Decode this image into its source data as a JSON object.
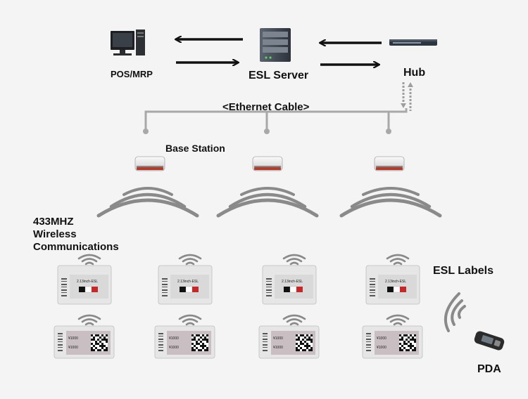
{
  "labels": {
    "pos_mrp": "POS/MRP",
    "esl_server": "ESL Server",
    "hub": "Hub",
    "ethernet_cable": "<Ethernet Cable>",
    "base_station": "Base Station",
    "wireless_line1": "433MHZ",
    "wireless_line2": "Wireless",
    "wireless_line3": "Communications",
    "esl_labels": "ESL Labels",
    "pda": "PDA"
  },
  "esl_display": {
    "title": "2.13inch-ESL",
    "price_a": "¥1000",
    "price_b": "¥1000"
  },
  "colors": {
    "background": "#f4f4f4",
    "arrow": "#111111",
    "cable": "#a8a8a8",
    "wave": "#8a8a8a",
    "label_frame": "#e6e6e6",
    "screen_top": "#d9d9d9",
    "screen_bottom": "#c9bfc3",
    "accent_red": "#c62828"
  },
  "icons": {
    "pos": "desktop-computer-icon",
    "server": "server-tower-icon",
    "hub": "network-switch-icon",
    "base_station": "router-icon",
    "wave": "wireless-signal-icon",
    "pda": "handheld-scanner-icon"
  }
}
